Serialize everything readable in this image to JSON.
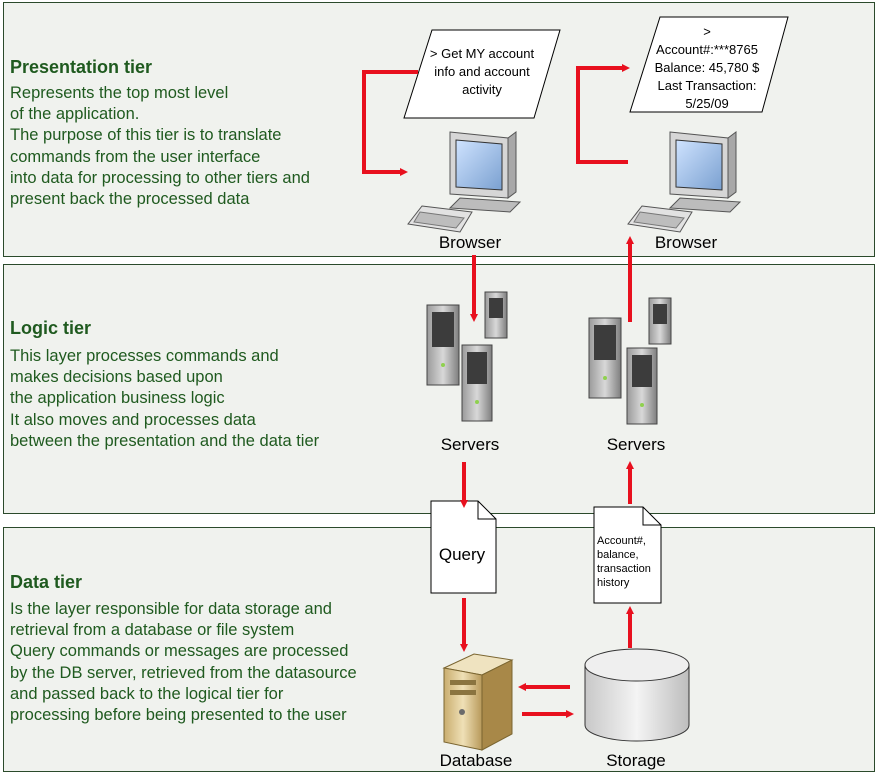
{
  "tiers": [
    {
      "title": "Presentation tier",
      "lines": [
        "Represents the top most level",
        "of the application.",
        "The purpose of this tier is to translate",
        "commands from the user interface",
        "into data for processing to other tiers and",
        "present back the processed data"
      ]
    },
    {
      "title": "Logic tier",
      "lines": [
        "This layer processes commands and",
        "makes decisions based upon",
        "the application business logic",
        "It also moves and processes data",
        "between the presentation and the data tier"
      ]
    },
    {
      "title": "Data tier",
      "lines": [
        "Is the layer responsible for data storage and",
        "retrieval from a database or file system",
        "Query commands or messages are processed",
        "by the DB server, retrieved from the datasource",
        "and passed back to the logical tier for",
        "processing before being presented to the user"
      ]
    }
  ],
  "request_box": [
    "> Get MY account",
    "info and account",
    "activity"
  ],
  "response_box": [
    ">",
    "Account#:***8765",
    "Balance: 45,780 $",
    "Last Transaction:",
    "5/25/09"
  ],
  "labels": {
    "browser_left": "Browser",
    "browser_right": "Browser",
    "servers_left": "Servers",
    "servers_right": "Servers",
    "database": "Database",
    "storage": "Storage"
  },
  "query_doc": "Query",
  "result_doc": [
    "Account#,",
    "balance,",
    "transaction",
    "history"
  ],
  "colors": {
    "arrow": "#e8101e",
    "tier_bg": "#f0f2ee",
    "tier_text": "#1f5a1f"
  }
}
